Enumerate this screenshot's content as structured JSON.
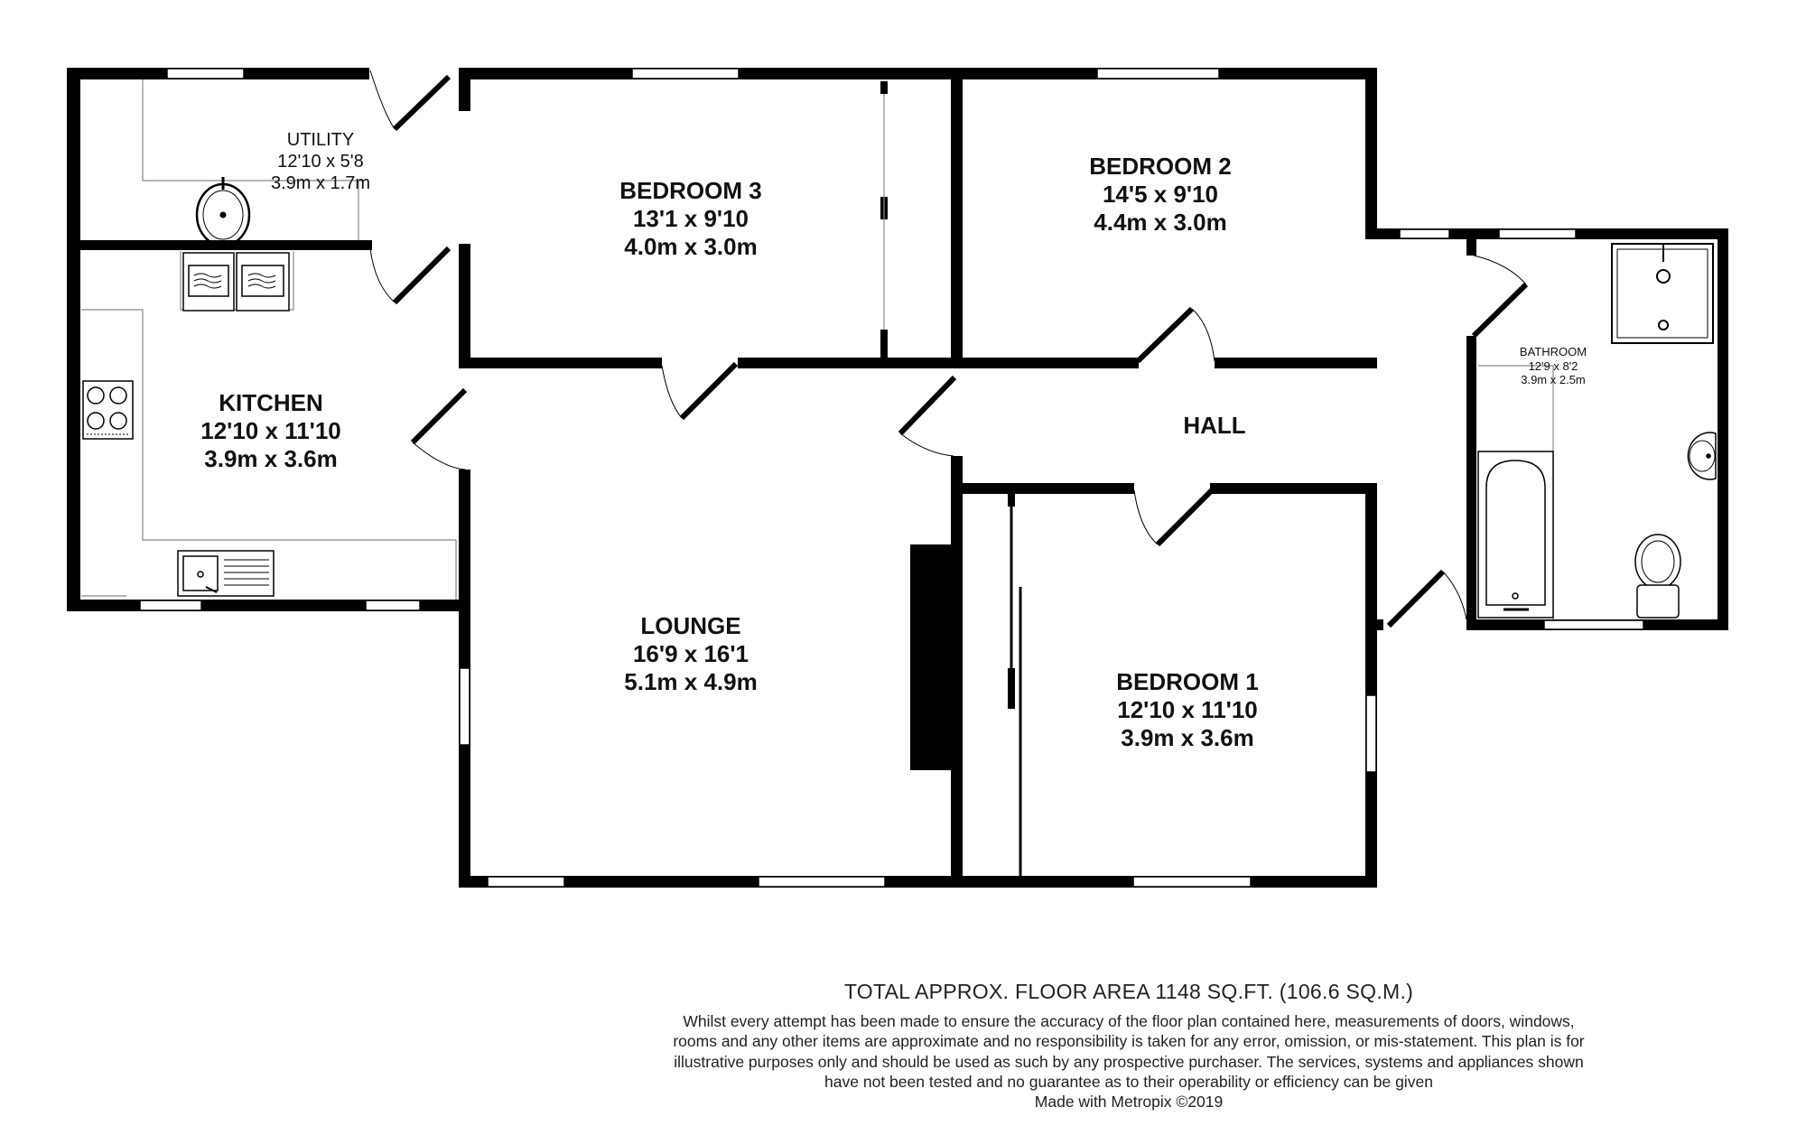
{
  "rooms": {
    "utility": {
      "name": "UTILITY",
      "imperial": "12'10 x 5'8",
      "metric": "3.9m x 1.7m"
    },
    "bedroom3": {
      "name": "BEDROOM 3",
      "imperial": "13'1 x 9'10",
      "metric": "4.0m x 3.0m"
    },
    "bedroom2": {
      "name": "BEDROOM 2",
      "imperial": "14'5 x 9'10",
      "metric": "4.4m x 3.0m"
    },
    "kitchen": {
      "name": "KITCHEN",
      "imperial": "12'10 x 11'10",
      "metric": "3.9m x 3.6m"
    },
    "hall": {
      "name": "HALL"
    },
    "bathroom": {
      "name": "BATHROOM",
      "imperial": "12'9 x 8'2",
      "metric": "3.9m x 2.5m"
    },
    "lounge": {
      "name": "LOUNGE",
      "imperial": "16'9 x 16'1",
      "metric": "5.1m x 4.9m"
    },
    "bedroom1": {
      "name": "BEDROOM 1",
      "imperial": "12'10 x 11'10",
      "metric": "3.9m x 3.6m"
    }
  },
  "footer": {
    "total": "TOTAL APPROX. FLOOR AREA 1148 SQ.FT. (106.6 SQ.M.)",
    "disclaimer": "Whilst every attempt has been made to ensure the accuracy of the floor plan contained here, measurements of doors, windows, rooms and any other items are approximate and no responsibility is taken for any error, omission, or mis-statement. This plan is for illustrative purposes only and should be used as such by any prospective purchaser. The services, systems and appliances shown have not been tested and no guarantee as to their operability or efficiency can be given",
    "made_with": "Made with Metropix ©2019"
  }
}
